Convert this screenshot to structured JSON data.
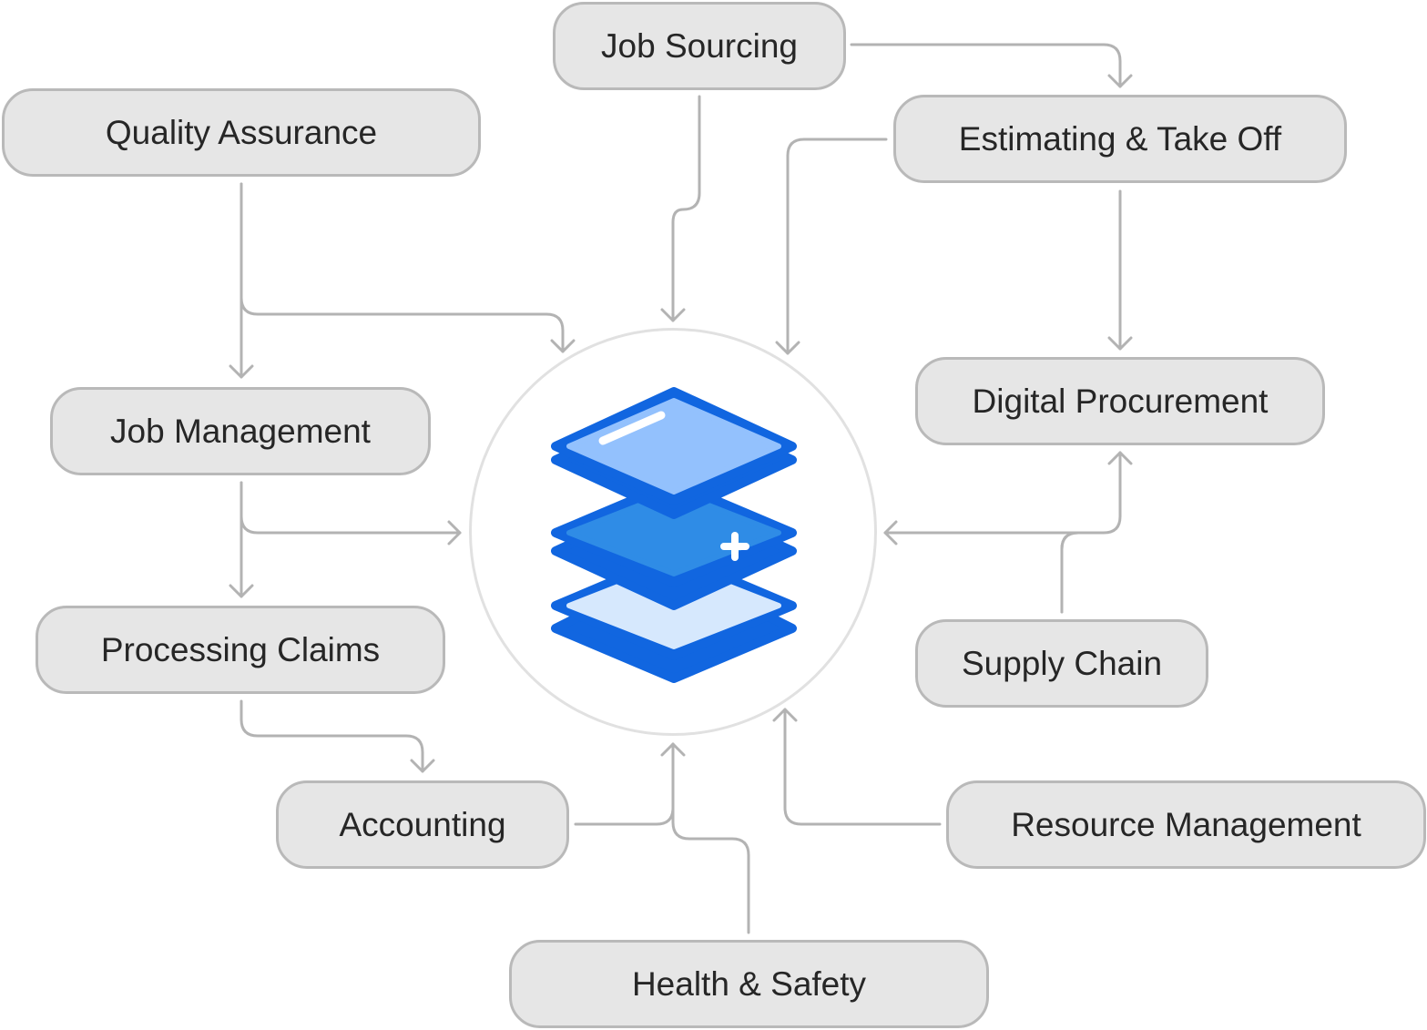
{
  "nodes": {
    "job_sourcing": "Job Sourcing",
    "quality_assurance": "Quality Assurance",
    "estimating_take_off": "Estimating & Take Off",
    "job_management": "Job Management",
    "digital_procurement": "Digital Procurement",
    "processing_claims": "Processing Claims",
    "supply_chain": "Supply Chain",
    "accounting": "Accounting",
    "resource_management": "Resource Management",
    "health_safety": "Health & Safety"
  },
  "colors": {
    "node_fill": "#e6e6e6",
    "node_border": "#b9b9b9",
    "connector": "#b3b3b3",
    "hub_ring": "#e1e1e1",
    "layer_dark": "#1166e0",
    "layer_top": "#93c1fd",
    "layer_middle": "#2f8ce6",
    "layer_bottom": "#d6e8fd"
  },
  "hub": {
    "icon": "stacked-layers-plus-icon"
  }
}
